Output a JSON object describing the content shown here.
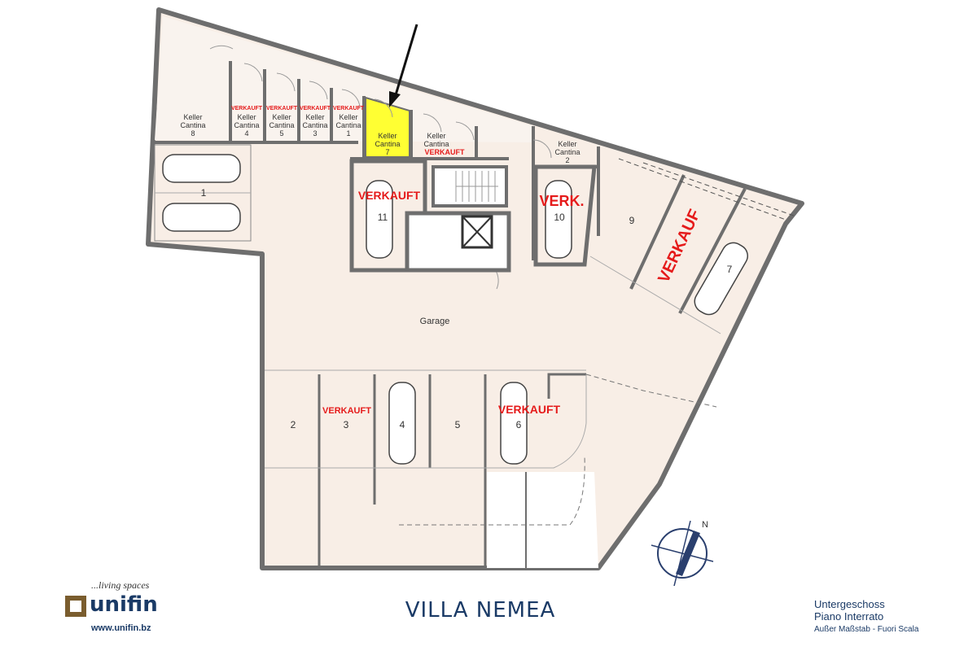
{
  "plan": {
    "title": "VILLA NEMEA",
    "garage_label": "Garage",
    "floor": {
      "line1": "Untergeschoss",
      "line2": "Piano Interrato",
      "scale": "Außer Maßstab - Fuori Scala"
    },
    "compass": "N",
    "cellars": [
      {
        "name": "Keller",
        "sub": "Cantina",
        "num": "8",
        "sold": ""
      },
      {
        "name": "Keller",
        "sub": "Cantina",
        "num": "4",
        "sold": "VERKAUFT"
      },
      {
        "name": "Keller",
        "sub": "Cantina",
        "num": "5",
        "sold": "VERKAUFT"
      },
      {
        "name": "Keller",
        "sub": "Cantina",
        "num": "3",
        "sold": "VERKAUFT"
      },
      {
        "name": "Keller",
        "sub": "Cantina",
        "num": "1",
        "sold": "VERKAUFT"
      },
      {
        "name": "Keller",
        "sub": "Cantina",
        "num": "7",
        "sold": ""
      },
      {
        "name": "Keller",
        "sub": "Cantina",
        "num": "",
        "sold": "VERKAUFT"
      },
      {
        "name": "Keller",
        "sub": "Cantina",
        "num": "2",
        "sold": ""
      }
    ],
    "parking": [
      {
        "num": "1",
        "sold": ""
      },
      {
        "num": "11",
        "sold": "VERKAUFT"
      },
      {
        "num": "10",
        "sold": "VERK."
      },
      {
        "num": "9",
        "sold": ""
      },
      {
        "num": "7",
        "sold": "VERKAUF"
      },
      {
        "num": "2",
        "sold": ""
      },
      {
        "num": "3",
        "sold": "VERKAUFT"
      },
      {
        "num": "4",
        "sold": ""
      },
      {
        "num": "5",
        "sold": ""
      },
      {
        "num": "6",
        "sold": "VERKAUFT"
      }
    ],
    "highlight_color": "#ffff33",
    "sold_color": "#e51b1b"
  },
  "logo": {
    "tagline": "...living spaces",
    "name": "unifin",
    "website": "www.unifin.bz"
  }
}
